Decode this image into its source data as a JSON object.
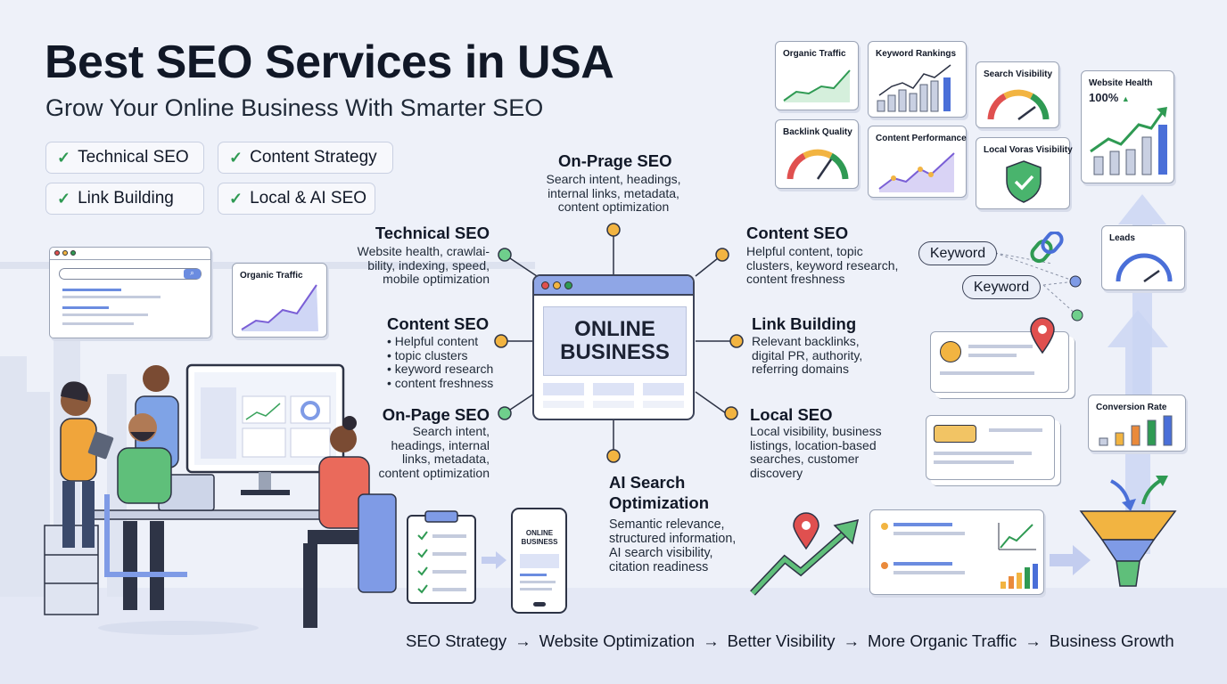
{
  "header": {
    "title": "Best SEO Services in USA",
    "subtitle": "Grow Your Online Business With Smarter SEO"
  },
  "chips": [
    {
      "label": "Technical SEO"
    },
    {
      "label": "Content Strategy"
    },
    {
      "label": "Link Building"
    },
    {
      "label": "Local & AI SEO"
    }
  ],
  "hub": {
    "label_line1": "ONLINE",
    "label_line2": "BUSINESS"
  },
  "nodes": {
    "on_prage": {
      "title": "On-Prage SEO",
      "desc": [
        "Search intent, headings,",
        "internal links, metadata,",
        "content optimization"
      ]
    },
    "technical": {
      "title": "Technical SEO",
      "desc": [
        "Website health, crawlai-",
        "bility, indexing, speed,",
        "mobile optimization"
      ]
    },
    "content_left": {
      "title": "Content SEO",
      "desc": [
        "• Helpful content",
        "• topic clusters",
        "• keyword research",
        "• content freshness"
      ]
    },
    "on_page": {
      "title": "On-Page SEO",
      "desc": [
        "Search intent,",
        "headings, internal",
        "links, metadata,",
        "content optimization"
      ]
    },
    "content_right": {
      "title": "Content SEO",
      "desc": [
        "Helpful content, topic",
        "clusters, keyword research,",
        "content freshness"
      ]
    },
    "link_building": {
      "title": "Link Building",
      "desc": [
        "Relevant backlinks,",
        "digital PR, authority,",
        "referring domains"
      ]
    },
    "local": {
      "title": "Local SEO",
      "desc": [
        "Local visibility, business",
        "listings, location-based",
        "searches, customer",
        "discovery"
      ]
    },
    "ai_search": {
      "title_line1": "AI Search",
      "title_line2": "Optimization",
      "desc": [
        "Semantic relevance,",
        "structured information,",
        "AI search visibility,",
        "citation readiness"
      ]
    }
  },
  "cards": {
    "organic_traffic": "Organic Traffic",
    "keyword_rankings": "Keyword Rankings",
    "search_visibility": "Search Visibility",
    "website_health": "Website Health",
    "website_health_value": "100%",
    "backlink_quality": "Backlink Quality",
    "content_performance": "Content Performance",
    "local_visibility": "Local Voras Visibility",
    "leads": "Leads",
    "conversion_rate": "Conversion Rate",
    "left_organic_traffic": "Organic Traffic"
  },
  "keywords": [
    "Keyword",
    "Keyword"
  ],
  "phone": {
    "line1": "ONLINE",
    "line2": "BUSINESS"
  },
  "flow": {
    "steps": [
      "SEO Strategy",
      "Website Optimization",
      "Better Visibility",
      "More Organic Traffic",
      "Business Growth"
    ],
    "arrow": "→"
  },
  "colors": {
    "accent_blue": "#4a6fd8",
    "green": "#2f9a53",
    "orange": "#f2b441",
    "red": "#e0504f",
    "bg": "#eef1f9"
  }
}
